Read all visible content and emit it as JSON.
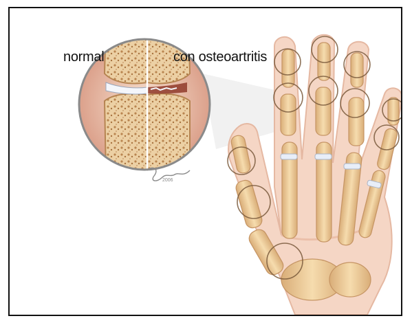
{
  "labels": {
    "normal": "normal",
    "osteoarthritis": "con osteoartritis"
  },
  "signature": {
    "text": "© J. Pantoja",
    "year": "2006"
  },
  "colors": {
    "bone": "#f0cf9d",
    "bone_dark": "#c79a66",
    "skin": "#f6d9c8",
    "skin_shadow": "#e9b9a1",
    "marrow": "#d9a56a",
    "cartilage": "#f4f6fb",
    "joint_ring": "#7a5a3c",
    "lens_bg": "#e5b6a0"
  }
}
